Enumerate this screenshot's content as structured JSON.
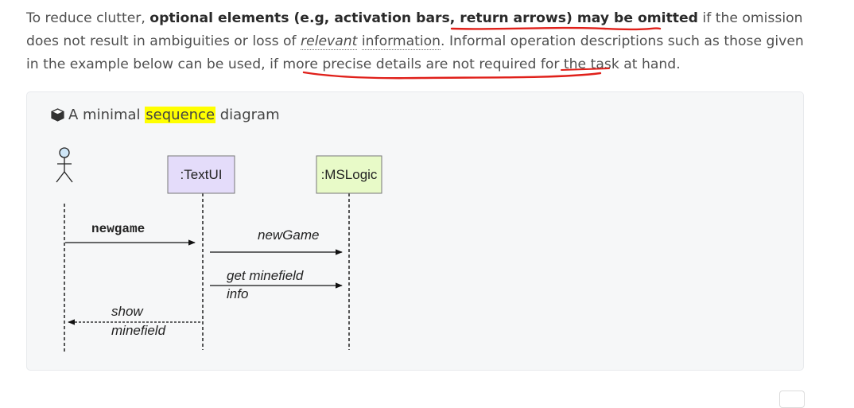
{
  "paragraph": {
    "part1": "To reduce clutter, ",
    "bold": "optional elements (e.g, activation bars, return arrows) may be omitted",
    "part2": " if the omission does not result in ambiguities or loss of ",
    "dotted_italic": "relevant",
    "space": " ",
    "dotted": "information",
    "part3": ". Informal operation descriptions such as those given in the example below can be used, if more precise details are not required for the task at hand."
  },
  "panel": {
    "title_prefix": "A minimal ",
    "title_highlight": "sequence",
    "title_suffix": " diagram",
    "icon": "box-icon"
  },
  "diagram": {
    "actor_icon": "stick-figure-icon",
    "participants": [
      ":TextUI",
      ":MSLogic"
    ],
    "participant_colors": [
      "#e4dcfa",
      "#e8fac8"
    ],
    "messages": [
      {
        "label": "newgame"
      },
      {
        "label": "newGame"
      },
      {
        "label_line1": "get minefield",
        "label_line2": "info"
      },
      {
        "label_line1": "show",
        "label_line2": "minefield"
      }
    ]
  },
  "colors": {
    "annotation_red": "#e0201a",
    "highlight": "#ffff00"
  }
}
